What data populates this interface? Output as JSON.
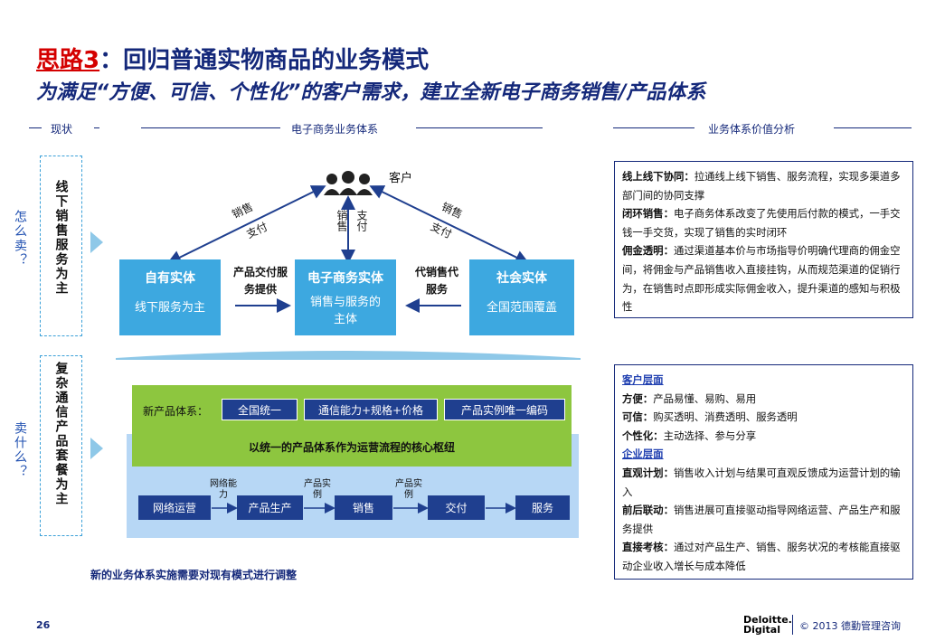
{
  "title": {
    "prefix": "思路3",
    "rest": "：回归普通实物商品的业务模式",
    "subtitle": "为满足“方便、可信、个性化”的客户需求，建立全新电子商务销售/产品体系"
  },
  "sections": {
    "status": "现状",
    "ecommerce": "电子商务业务体系",
    "analysis": "业务体系价值分析"
  },
  "side_labels": {
    "how_to_sell": "怎么卖？",
    "what_to_sell": "卖什么？"
  },
  "status_boxes": {
    "top": "线下销售服务为主",
    "bottom": "复杂通信产品套餐为主"
  },
  "upper_diagram": {
    "customer_label": "客户",
    "left_arrow_top": "销售",
    "left_arrow_bottom": "支付",
    "center_arrow_left": "销售",
    "center_arrow_right": "支付",
    "right_arrow_top": "销售",
    "right_arrow_bottom": "支付",
    "left_entity": {
      "title": "自有实体",
      "sub": "线下服务为主"
    },
    "center_entity": {
      "title": "电子商务实体",
      "sub": "销售与服务的主体"
    },
    "right_entity": {
      "title": "社会实体",
      "sub": "全国范围覆盖"
    },
    "left_mid": "产品交付服务提供",
    "right_mid": "代销售代服务"
  },
  "lower_diagram": {
    "product_system_label": "新产品体系：",
    "tags": [
      "全国统一",
      "通信能力+规格+价格",
      "产品实例唯一编码"
    ],
    "core_text": "以统一的产品体系作为运营流程的核心枢纽",
    "flow": [
      "网络运营",
      "产品生产",
      "销售",
      "交付",
      "服务"
    ],
    "flow_labels": [
      "网络能力",
      "产品实例",
      "产品实例"
    ]
  },
  "note": "新的业务体系实施需要对现有模式进行调整",
  "analysis_top": [
    {
      "head": "线上线下协同：",
      "text": "拉通线上线下销售、服务流程，实现多渠道多部门间的协同支撑"
    },
    {
      "head": "闭环销售：",
      "text": "电子商务体系改变了先使用后付款的模式，一手交钱一手交货，实现了销售的实时闭环"
    },
    {
      "head": "佣金透明：",
      "text": "通过渠道基本价与市场指导价明确代理商的佣金空间，将佣金与产品销售收入直接挂钩，从而规范渠道的促销行为，在销售时点即形成实际佣金收入，提升渠道的感知与积极性"
    }
  ],
  "analysis_bottom": {
    "customer_head": "客户层面",
    "customer_items": [
      {
        "head": "方便：",
        "text": "产品易懂、易购、易用"
      },
      {
        "head": "可信：",
        "text": "购买透明、消费透明、服务透明"
      },
      {
        "head": "个性化：",
        "text": "主动选择、参与分享"
      }
    ],
    "enterprise_head": "企业层面",
    "enterprise_items": [
      {
        "head": "直观计划：",
        "text": "销售收入计划与结果可直观反馈成为运营计划的输入"
      },
      {
        "head": "前后联动：",
        "text": "销售进展可直接驱动指导网络运营、产品生产和服务提供"
      },
      {
        "head": "直接考核：",
        "text": "通过对产品生产、销售、服务状况的考核能直接驱动企业收入增长与成本降低"
      }
    ]
  },
  "footer": {
    "page_number": "26",
    "logo_line1": "Deloitte.",
    "logo_line2": "Digital",
    "copyright": "© 2013 德勤管理咨询"
  },
  "colors": {
    "navy": "#14287a",
    "accent_blue": "#3da8e0",
    "green": "#8dc63f",
    "red": "#d40000"
  }
}
